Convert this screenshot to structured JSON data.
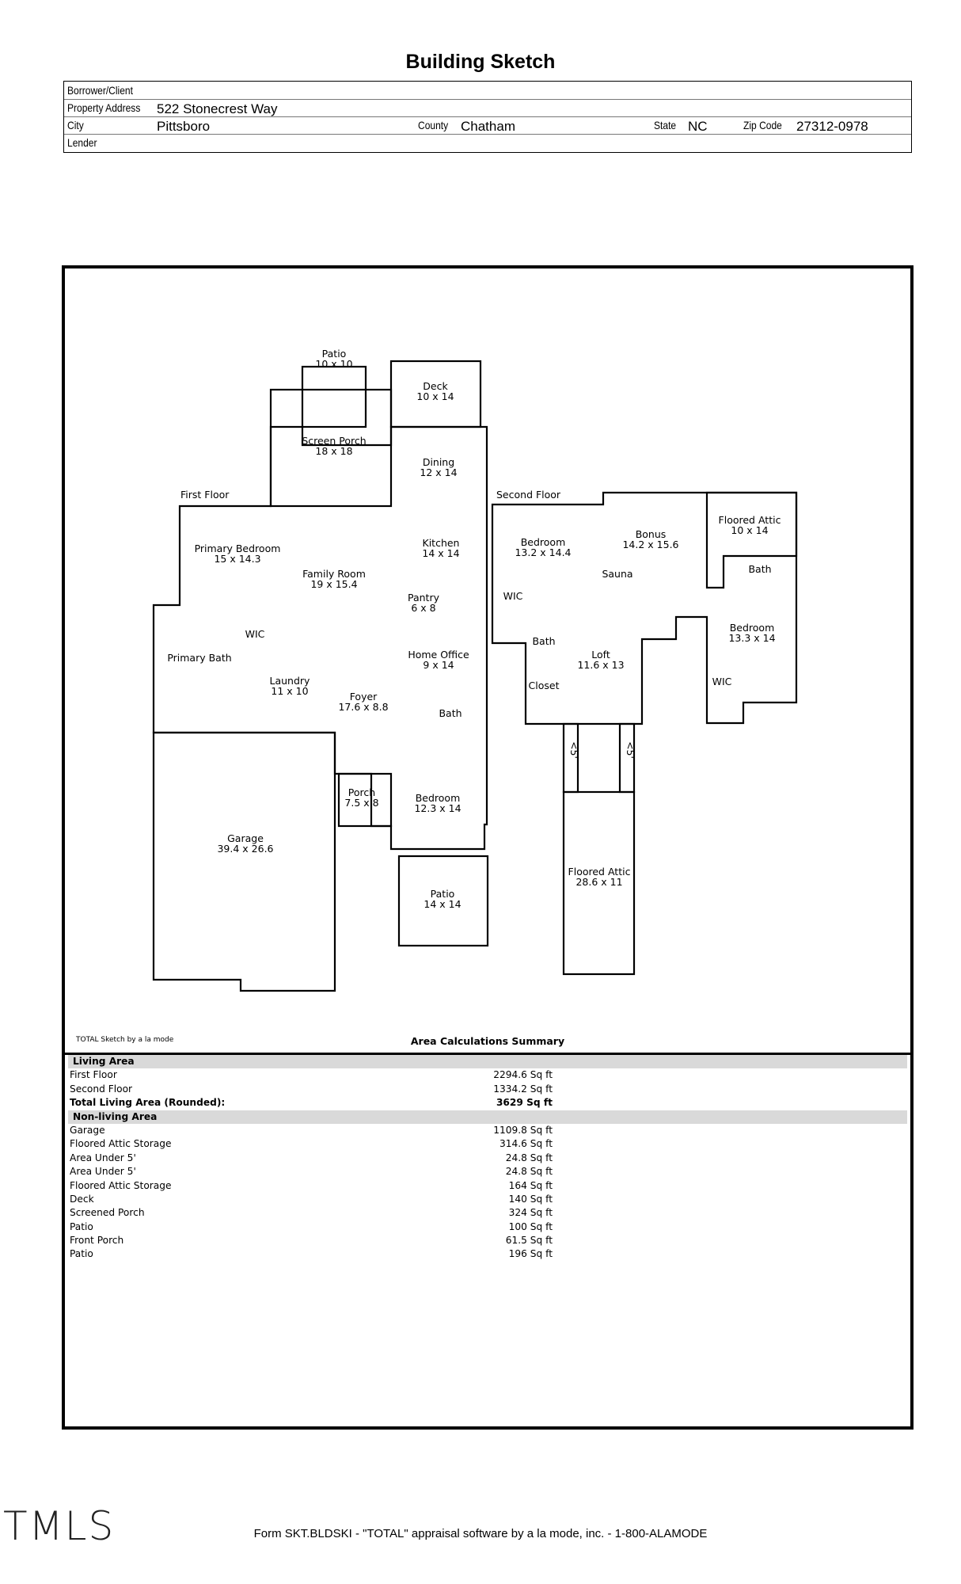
{
  "title": "Building Sketch",
  "header": {
    "borrower_label": "Borrower/Client",
    "address_label": "Property Address",
    "address_value": "522 Stonecrest Way",
    "city_label": "City",
    "city_value": "Pittsboro",
    "county_label": "County",
    "county_value": "Chatham",
    "state_label": "State",
    "state_value": "NC",
    "zip_label": "Zip Code",
    "zip_value": "27312-0978",
    "lender_label": "Lender"
  },
  "sketch": {
    "first_floor_label": "First Floor",
    "second_floor_label": "Second Floor",
    "rooms": {
      "patio_top_name": "Patio",
      "patio_top_dim": "10 x 10",
      "deck_name": "Deck",
      "deck_dim": "10 x 14",
      "screen_porch_name": "Screen Porch",
      "screen_porch_dim": "18 x 18",
      "dining_name": "Dining",
      "dining_dim": "12 x 14",
      "primary_bedroom_name": "Primary Bedroom",
      "primary_bedroom_dim": "15 x 14.3",
      "kitchen_name": "Kitchen",
      "kitchen_dim": "14 x 14",
      "family_room_name": "Family Room",
      "family_room_dim": "19 x 15.4",
      "pantry_name": "Pantry",
      "pantry_dim": "6 x 8",
      "wic_first": "WIC",
      "primary_bath": "Primary Bath",
      "home_office_name": "Home Office",
      "home_office_dim": "9 x 14",
      "laundry_name": "Laundry",
      "laundry_dim": "11 x 10",
      "foyer_name": "Foyer",
      "foyer_dim": "17.6 x 8.8",
      "bath_first": "Bath",
      "porch_name": "Porch",
      "porch_dim": "7.5 x 8",
      "bedroom_first_name": "Bedroom",
      "bedroom_first_dim": "12.3 x 14",
      "garage_name": "Garage",
      "garage_dim": "39.4 x 26.6",
      "patio_bottom_name": "Patio",
      "patio_bottom_dim": "14 x 14",
      "bedroom_second_name": "Bedroom",
      "bedroom_second_dim": "13.2 x 14.4",
      "bonus_name": "Bonus",
      "bonus_dim": "14.2 x 15.6",
      "floored_attic_top_name": "Floored Attic",
      "floored_attic_top_dim": "10 x 14",
      "sauna": "Sauna",
      "bath_second": "Bath",
      "wic_second_left": "WIC",
      "bedroom_right_name": "Bedroom",
      "bedroom_right_dim": "13.3 x 14",
      "bath_loft": "Bath",
      "loft_name": "Loft",
      "loft_dim": "11.6 x 13",
      "closet": "Closet",
      "wic_second_right": "WIC",
      "under5_left": "<5'",
      "under5_right": "<5'",
      "floored_attic_bottom_name": "Floored Attic",
      "floored_attic_bottom_dim": "28.6 x 11"
    }
  },
  "credit": "TOTAL Sketch by a la mode",
  "summary_title": "Area Calculations Summary",
  "living_area": {
    "heading": "Living Area",
    "rows": [
      {
        "label": "First Floor",
        "value": "2294.6 Sq ft"
      },
      {
        "label": "Second Floor",
        "value": "1334.2 Sq ft"
      }
    ],
    "total_label": "Total Living Area (Rounded):",
    "total_value": "3629 Sq ft"
  },
  "non_living_area": {
    "heading": "Non-living Area",
    "rows": [
      {
        "label": "Garage",
        "value": "1109.8 Sq ft"
      },
      {
        "label": "Floored Attic Storage",
        "value": "314.6 Sq ft"
      },
      {
        "label": "Area Under 5'",
        "value": "24.8 Sq ft"
      },
      {
        "label": "Area Under 5'",
        "value": "24.8 Sq ft"
      },
      {
        "label": "Floored Attic Storage",
        "value": "164 Sq ft"
      },
      {
        "label": "Deck",
        "value": "140 Sq ft"
      },
      {
        "label": "Screened Porch",
        "value": "324 Sq ft"
      },
      {
        "label": "Patio",
        "value": "100 Sq ft"
      },
      {
        "label": "Front Porch",
        "value": "61.5 Sq ft"
      },
      {
        "label": "Patio",
        "value": "196 Sq ft"
      }
    ]
  },
  "watermark": "TMLS",
  "footer": "Form SKT.BLDSKI - \"TOTAL\" appraisal software by a la mode, inc. - 1-800-ALAMODE"
}
